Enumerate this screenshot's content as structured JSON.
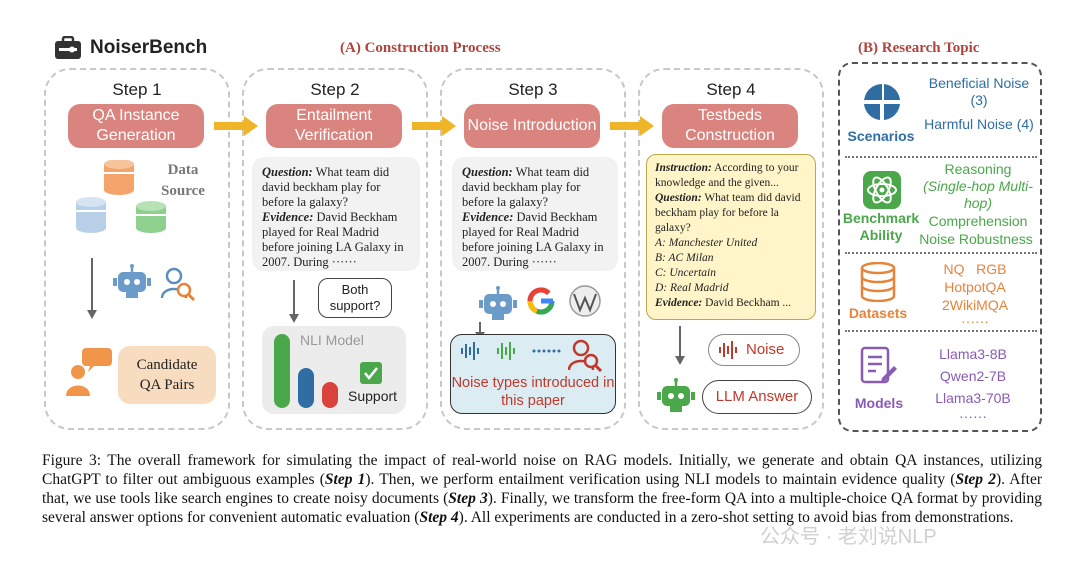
{
  "brand": {
    "name": "NoiserBench"
  },
  "sections": {
    "construction": "(A) Construction Process",
    "research": "(B) Research Topic"
  },
  "steps": [
    {
      "title": "Step 1",
      "pill": "QA Instance Generation"
    },
    {
      "title": "Step 2",
      "pill": "Entailment Verification"
    },
    {
      "title": "Step 3",
      "pill": "Noise Introduction"
    },
    {
      "title": "Step 4",
      "pill": "Testbeds Construction"
    }
  ],
  "step1": {
    "data_source": "Data Source",
    "candidate": "Candidate QA Pairs"
  },
  "qa": {
    "q_label": "Question:",
    "q_text": " What team did david beckham play for before la galaxy?",
    "e_label": "Evidence:",
    "e_text": " David Beckham played for Real Madrid before joining LA Galaxy in 2007. During ······"
  },
  "step2": {
    "question_bubble": "Both support?",
    "nli_title": "NLI Model",
    "support": "Support"
  },
  "step3": {
    "noise_text": "Noise types introduced in this paper"
  },
  "step4": {
    "instruction_label": "Instruction:",
    "instruction_text": " According to your knowledge and the given...",
    "q_label": "Question:",
    "q_text": " What team did david beckham play for before la galaxy?",
    "options": [
      "A: Manchester United",
      "B: AC Milan",
      "C: Uncertain",
      "D: Real Madrid"
    ],
    "e_label": "Evidence:",
    "e_text": " David Beckham ...",
    "noise": "Noise",
    "llm_answer": "LLM Answer"
  },
  "research": {
    "scenarios": {
      "label": "Scenarios",
      "items": [
        "Beneficial Noise (3)",
        "Harmful Noise (4)"
      ]
    },
    "benchmark": {
      "label": "Benchmark Ability",
      "items": [
        "Reasoning",
        "(Single-hop Multi-hop)",
        "Comprehension",
        "Noise Robustness"
      ]
    },
    "datasets": {
      "label": "Datasets",
      "items": [
        "NQ   RGB",
        "HotpotQA",
        "2WikiMQA",
        "······"
      ]
    },
    "models": {
      "label": "Models",
      "items": [
        "Llama3-8B",
        "Qwen2-7B",
        "Llama3-70B",
        "······"
      ]
    }
  },
  "caption": {
    "p1": "Figure 3: The overall framework for simulating the impact of real-world noise on RAG models. Initially, we generate and obtain QA instances, utilizing ChatGPT to filter out ambiguous examples (",
    "s1": "Step 1",
    "p2": "). Then, we perform entailment verification using NLI models to maintain evidence quality (",
    "s2": "Step 2",
    "p3": "). After that, we use tools like search engines to create noisy documents (",
    "s3": "Step 3",
    "p4": "). Finally, we transform the free-form QA into a multiple-choice QA format by providing several answer options for convenient automatic evaluation (",
    "s4": "Step 4",
    "p5": "). All experiments are conducted in a zero-shot setting to avoid bias from demonstrations."
  },
  "watermark": "公众号 · 老刘说NLP",
  "colors": {
    "accent": "#b0443d",
    "pill": "#d9847e",
    "arrow": "#f0b429",
    "blue": "#2f6da3",
    "green": "#4aa84a",
    "orange": "#e8833a",
    "purple": "#8a5bb5"
  }
}
